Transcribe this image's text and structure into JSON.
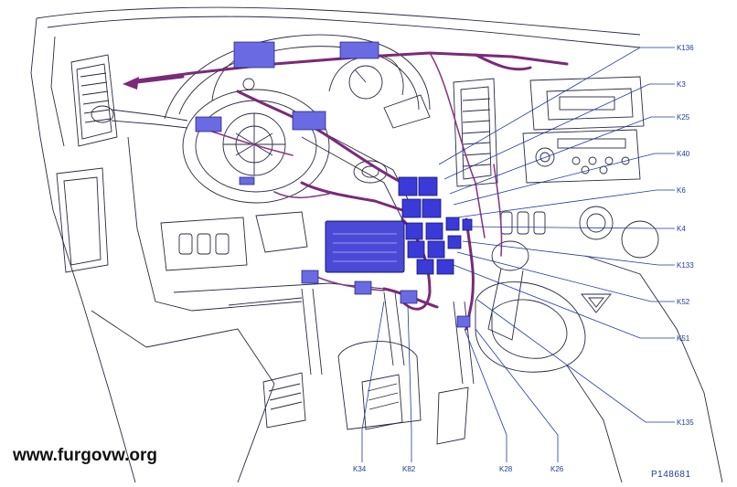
{
  "watermark": "www.furgovw.org",
  "reference": "P148681",
  "colors": {
    "label_blue": "#1f3c9c",
    "harness_purple": "#7a2a78",
    "relay_blue": "#3a3ad8",
    "line_dark": "#2a2a44"
  },
  "callouts_right": [
    {
      "id": "K136",
      "label": "K136"
    },
    {
      "id": "K3",
      "label": "K3"
    },
    {
      "id": "K25",
      "label": "K25"
    },
    {
      "id": "K40",
      "label": "K40"
    },
    {
      "id": "K6",
      "label": "K6"
    },
    {
      "id": "K4",
      "label": "K4"
    },
    {
      "id": "K133",
      "label": "K133"
    },
    {
      "id": "K52",
      "label": "K52"
    },
    {
      "id": "K51",
      "label": "K51"
    },
    {
      "id": "K135",
      "label": "K135"
    }
  ],
  "callouts_bottom": [
    {
      "id": "K34",
      "label": "K34"
    },
    {
      "id": "K82",
      "label": "K82"
    },
    {
      "id": "K28",
      "label": "K28"
    },
    {
      "id": "K26",
      "label": "K26"
    }
  ]
}
